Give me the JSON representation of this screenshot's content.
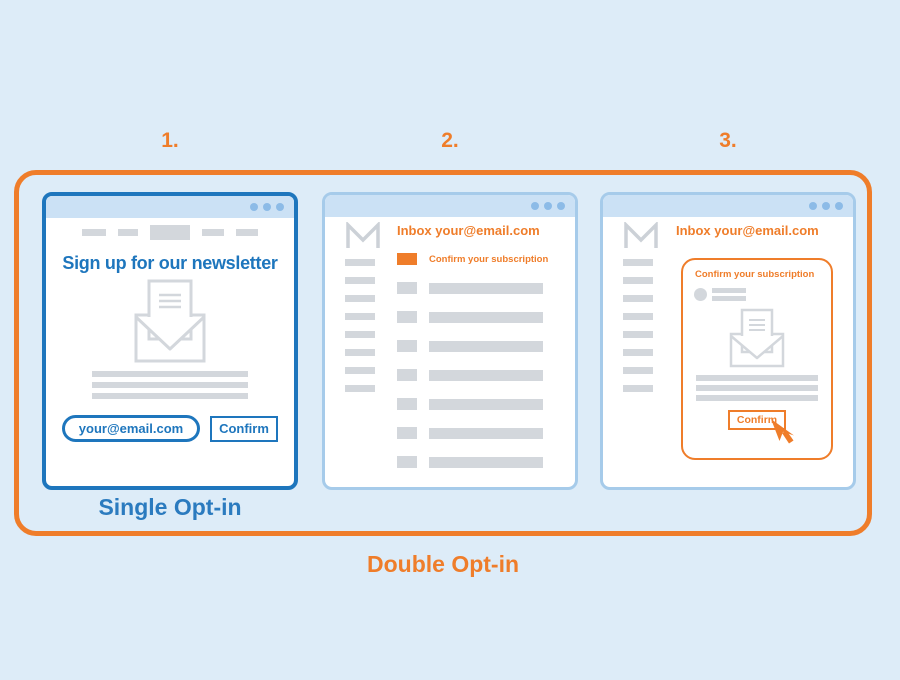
{
  "colors": {
    "background": "#ddecf8",
    "orange": "#ef7d2a",
    "blue": "#1e76bd",
    "label_blue": "#2b7bbf",
    "window_light_border": "#a6cbea",
    "titlebar_fill": "#cbe1f5",
    "titlebar_dot": "#8cbbe7",
    "skeleton_gray": "#d3d7dc"
  },
  "steps": [
    "1.",
    "2.",
    "3."
  ],
  "signup_window": {
    "title": "Sign up for our newsletter",
    "email_input": "your@email.com",
    "confirm_button": "Confirm",
    "label": "Single Opt-in"
  },
  "inbox_window": {
    "header": "Inbox your@email.com",
    "highlighted_email": "Confirm your subscription"
  },
  "confirm_window": {
    "header": "Inbox your@email.com",
    "email_title": "Confirm your subscription",
    "confirm_button": "Confirm"
  },
  "outer_label": "Double Opt-in"
}
